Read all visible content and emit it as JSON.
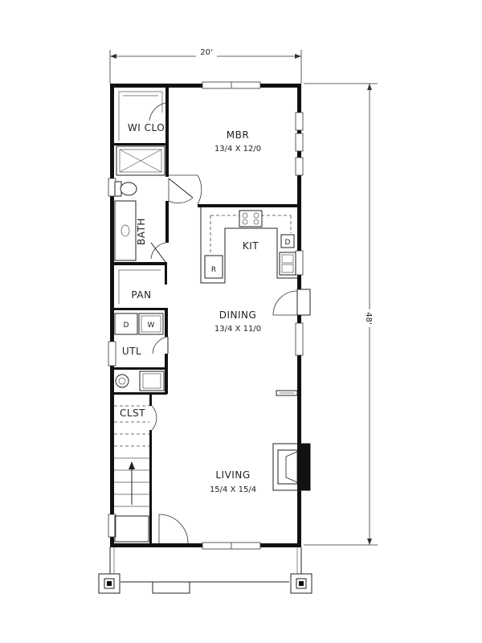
{
  "dimensions": {
    "width": "20'",
    "depth": "48'"
  },
  "rooms": {
    "mbr": {
      "name": "MBR",
      "size": "13/4 X 12/0"
    },
    "wic": {
      "name": "WI CLO"
    },
    "bath": {
      "name": "BATH"
    },
    "kit": {
      "name": "KIT"
    },
    "pan": {
      "name": "PAN"
    },
    "dining": {
      "name": "DINING",
      "size": "13/4 X 11/0"
    },
    "utl": {
      "name": "UTL"
    },
    "clst": {
      "name": "CLST"
    },
    "living": {
      "name": "LIVING",
      "size": "15/4 X 15/4"
    }
  },
  "fixtures": {
    "refrigerator": "R",
    "dishwasher": "D",
    "dryer": "D",
    "washer": "W"
  }
}
